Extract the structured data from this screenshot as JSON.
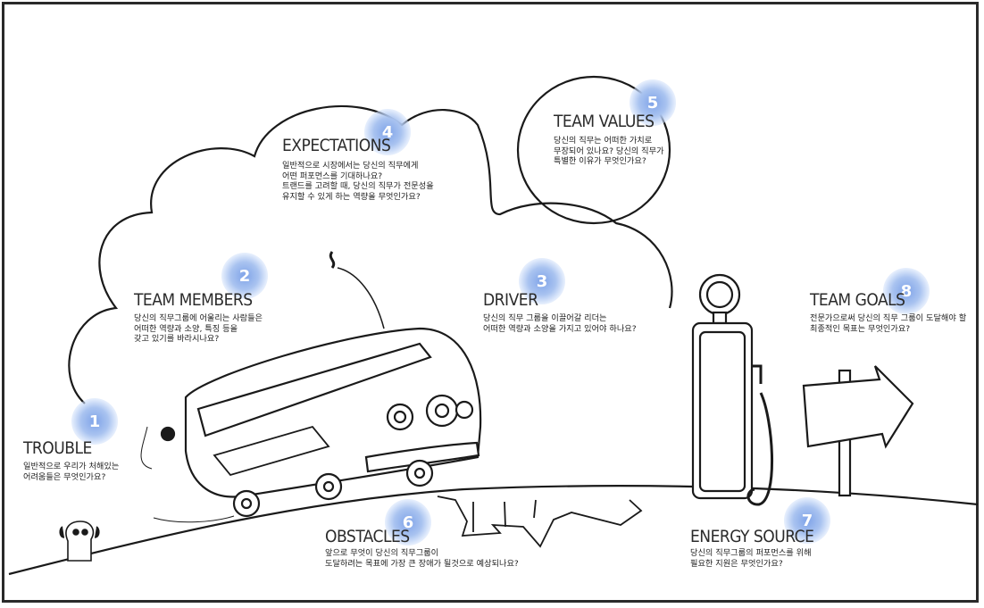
{
  "sections": [
    {
      "number": "1",
      "title": "TROUBLE",
      "text": "일반적으로 우리가 처해있는\n어려움들은 무엇인가요?"
    },
    {
      "number": "2",
      "title": "TEAM MEMBERS",
      "text": "당신의 직무그룹에 어울리는 사람들은\n어떠한 역량과 소양, 특징 등을\n갖고 있기를 바라시나요?"
    },
    {
      "number": "3",
      "title": "DRIVER",
      "text": "당신의 직무 그룹을 이끌어갈 리더는\n어떠한 역량과 소양을 가지고 있어야 하나요?"
    },
    {
      "number": "4",
      "title": "EXPECTATIONS",
      "text": "일반적으로 시장에서는 당신의 직무에게\n어떤 퍼포먼스를 기대하나요?\n트랜드를 고려할 때, 당신의 직무가 전문성을\n유지할 수 있게 하는 역량을 무엇인가요?"
    },
    {
      "number": "5",
      "title": "TEAM VALUES",
      "text": "당신의 직무는 어떠한 가치로\n무장되어 있나요? 당신의 직무가\n특별한 이유가 무엇인가요?"
    },
    {
      "number": "6",
      "title": "OBSTACLES",
      "text": "앞으로 무엇이 당신의 직무그룹이\n도달하려는 목표에 가장 큰 장애가 될것으로 예상되나요?"
    },
    {
      "number": "7",
      "title": "ENERGY SOURCE",
      "text": "당신의 직무그룹의 퍼포먼스를 위해\n필요한 지원은 무엇인가요?"
    },
    {
      "number": "8",
      "title": "TEAM GOALS",
      "text": "전문가으로써 당신의 직무 그룹이 도달해야 할\n최종적인 목표는 무엇인가요?"
    }
  ],
  "colors": {
    "badge": "#7fa3e8",
    "line": "#1a1a1a",
    "frame": "#2a2a2a"
  },
  "icons": [
    "bus-icon",
    "fuel-pump-icon",
    "arrow-sign-icon",
    "dog-icon",
    "cloud-icon",
    "crack-icon"
  ]
}
